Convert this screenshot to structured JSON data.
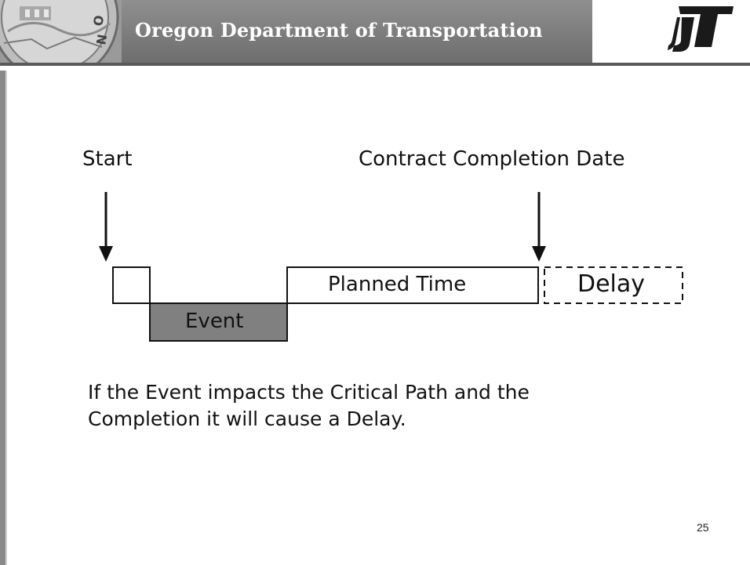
{
  "header": {
    "title": "Oregon Department of Transportation",
    "seal_icon": "state-seal-icon",
    "logo_icon": "odot-logo-icon",
    "band_color": "#7f7f7f"
  },
  "diagram": {
    "start_label": "Start",
    "completion_label": "Contract Completion Date",
    "planned_label": "Planned Time",
    "event_label": "Event",
    "delay_label": "Delay",
    "event_fill_color": "#808080"
  },
  "caption": {
    "line1": "If the Event impacts the Critical Path and the",
    "line2": "Completion it will cause a Delay."
  },
  "page_number": "25"
}
